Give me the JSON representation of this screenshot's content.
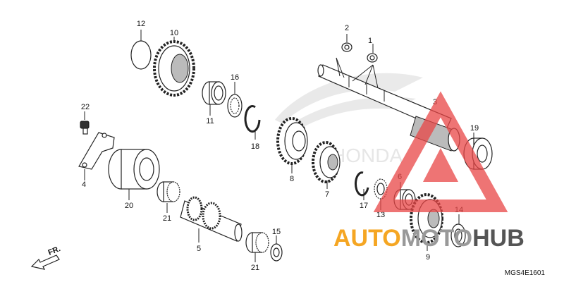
{
  "callouts": [
    {
      "id": "1",
      "label": "1"
    },
    {
      "id": "2",
      "label": "2"
    },
    {
      "id": "3",
      "label": "3"
    },
    {
      "id": "4",
      "label": "4"
    },
    {
      "id": "5",
      "label": "5"
    },
    {
      "id": "6",
      "label": "6"
    },
    {
      "id": "7",
      "label": "7"
    },
    {
      "id": "8",
      "label": "8"
    },
    {
      "id": "9",
      "label": "9"
    },
    {
      "id": "10",
      "label": "10"
    },
    {
      "id": "11",
      "label": "11"
    },
    {
      "id": "12",
      "label": "12"
    },
    {
      "id": "13",
      "label": "13"
    },
    {
      "id": "14",
      "label": "14"
    },
    {
      "id": "15",
      "label": "15"
    },
    {
      "id": "16",
      "label": "16"
    },
    {
      "id": "17",
      "label": "17"
    },
    {
      "id": "18",
      "label": "18"
    },
    {
      "id": "19",
      "label": "19"
    },
    {
      "id": "20",
      "label": "20"
    },
    {
      "id": "21a",
      "label": "21"
    },
    {
      "id": "21b",
      "label": "21"
    },
    {
      "id": "22",
      "label": "22"
    }
  ],
  "direction_label": "FR.",
  "diagram_code": "MGS4E1601",
  "watermark": {
    "part1": "AUTO",
    "part2": "MOTO",
    "part3": "HUB",
    "colors": {
      "orange": "#f5a623",
      "grey": "#999999",
      "dark": "#555555",
      "red": "#e84545"
    }
  },
  "faint_logo_text": "HONDA"
}
